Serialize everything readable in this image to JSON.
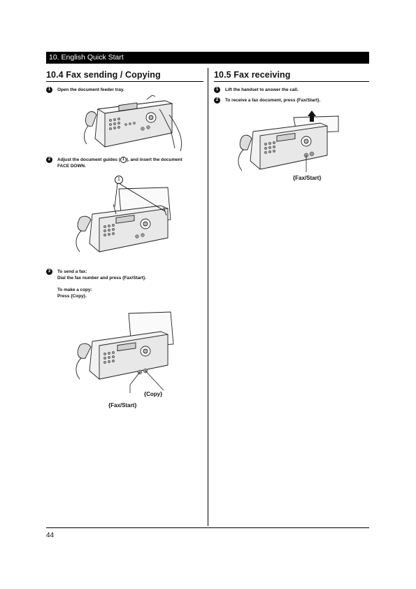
{
  "header": {
    "section_label": "10. English Quick Start"
  },
  "left": {
    "title": "10.4 Fax sending / Copying",
    "step1": {
      "num": "1",
      "text": "Open the document feeder tray."
    },
    "step2": {
      "num": "2",
      "text_a": "Adjust the document guides (",
      "ref": "1",
      "text_b": "), and insert the document",
      "line2": "FACE DOWN."
    },
    "callout_ref": "1",
    "step3": {
      "num": "3",
      "send_heading": "To send a fax:",
      "send_text": "Dial the fax number and press {Fax/Start}.",
      "copy_heading": "To make a copy:",
      "copy_text": "Press {Copy}."
    },
    "callout_copy": "{Copy}",
    "callout_fax_start": "{Fax/Start}"
  },
  "right": {
    "title": "10.5 Fax receiving",
    "step1": {
      "num": "1",
      "text": "Lift the handset to answer the call."
    },
    "step2": {
      "num": "2",
      "text": "To receive a fax document, press {Fax/Start}."
    },
    "callout_fax_start": "{Fax/Start}"
  },
  "footer": {
    "page_number": "44"
  }
}
